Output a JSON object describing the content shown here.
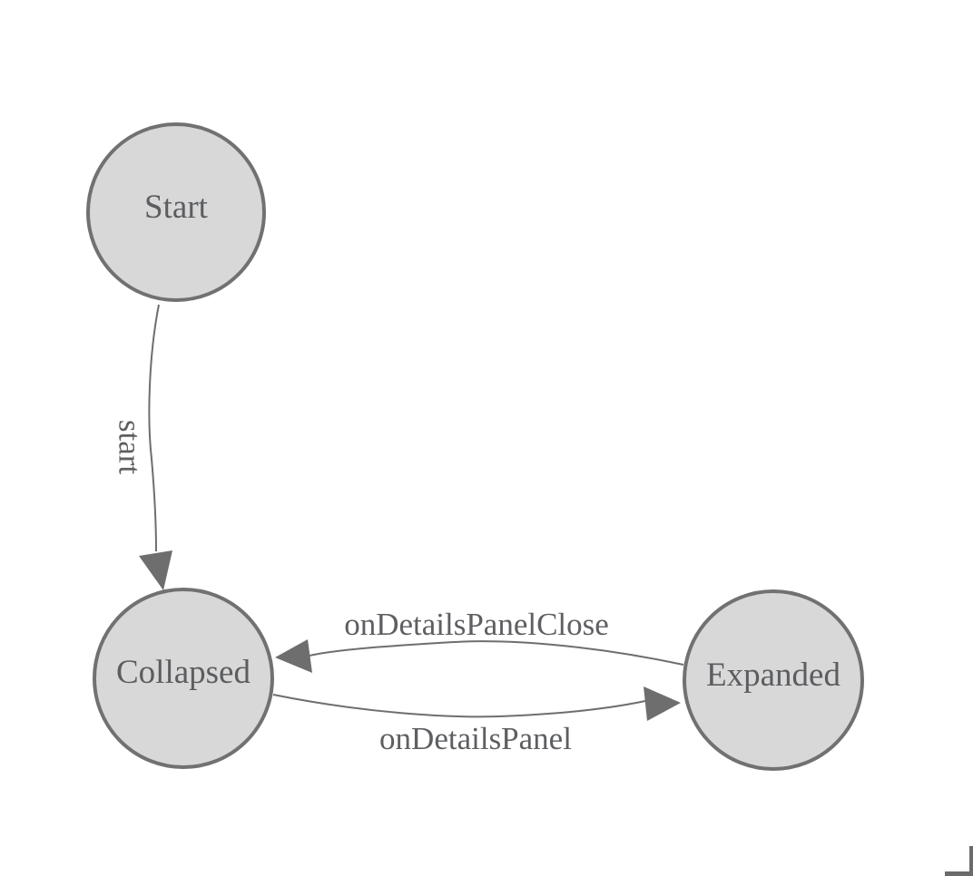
{
  "page": {
    "background": "#ffffff"
  },
  "diagram": {
    "type": "state-machine",
    "colors": {
      "page_background": "#ffffff",
      "node_fill": "#d8d8d8",
      "node_border": "#717171",
      "node_text": "#5b5d60",
      "edge_line": "#6e6e6e",
      "edge_label": "#5d5f62",
      "corner_mark": "#6b6b6b"
    },
    "nodes": [
      {
        "id": "start",
        "label": "Start"
      },
      {
        "id": "collapsed",
        "label": "Collapsed"
      },
      {
        "id": "expanded",
        "label": "Expanded"
      }
    ],
    "edges": [
      {
        "id": "start-to-collapsed",
        "label": "start",
        "from": "Start",
        "to": "Collapsed"
      },
      {
        "id": "expanded-to-collapsed",
        "label": "onDetailsPanelClose",
        "from": "Expanded",
        "to": "Collapsed"
      },
      {
        "id": "collapsed-to-expanded",
        "label": "onDetailsPanel",
        "from": "Collapsed",
        "to": "Expanded"
      }
    ]
  }
}
